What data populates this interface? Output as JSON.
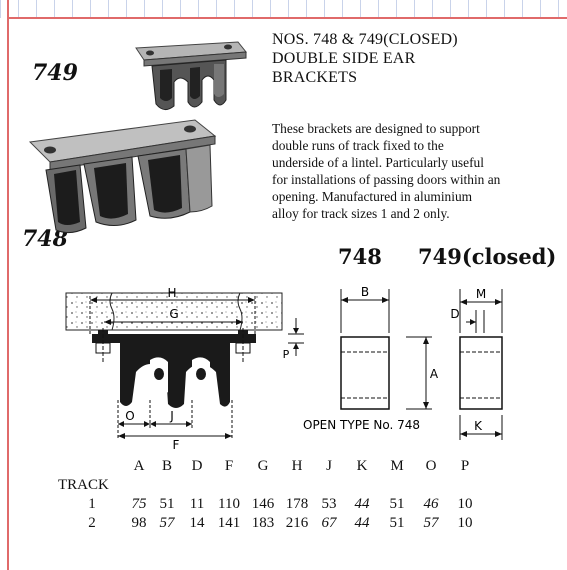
{
  "title_lines": [
    "NOS. 748 & 749(CLOSED)",
    "DOUBLE SIDE EAR",
    "BRACKETS"
  ],
  "photo_labels": {
    "top": "749",
    "bottom": "748"
  },
  "description_lines": [
    "These brackets are designed to support",
    "double runs of track fixed to the",
    "underside of a lintel.  Particularly useful",
    "for installations of passing doors within an",
    "opening.  Manufactured in aluminium",
    "alloy for track sizes 1 and 2 only."
  ],
  "view_labels": {
    "open": "748",
    "closed": "749(closed)"
  },
  "drawing": {
    "dims": {
      "H": "H",
      "G": "G",
      "P": "P",
      "O": "O",
      "J": "J",
      "F": "F",
      "B": "B",
      "A": "A",
      "M": "M",
      "D": "D",
      "K": "K"
    },
    "open_type_caption": "OPEN TYPE No. 748"
  },
  "table": {
    "columns": [
      "A",
      "B",
      "D",
      "F",
      "G",
      "H",
      "J",
      "K",
      "M",
      "O",
      "P"
    ],
    "row_label": "TRACK",
    "rows": [
      {
        "track": "1",
        "values": [
          "75",
          "51",
          "11",
          "110",
          "146",
          "178",
          "53",
          "44",
          "51",
          "46",
          "10"
        ]
      },
      {
        "track": "2",
        "values": [
          "98",
          "57",
          "14",
          "141",
          "183",
          "216",
          "67",
          "44",
          "51",
          "57",
          "10"
        ]
      }
    ]
  }
}
